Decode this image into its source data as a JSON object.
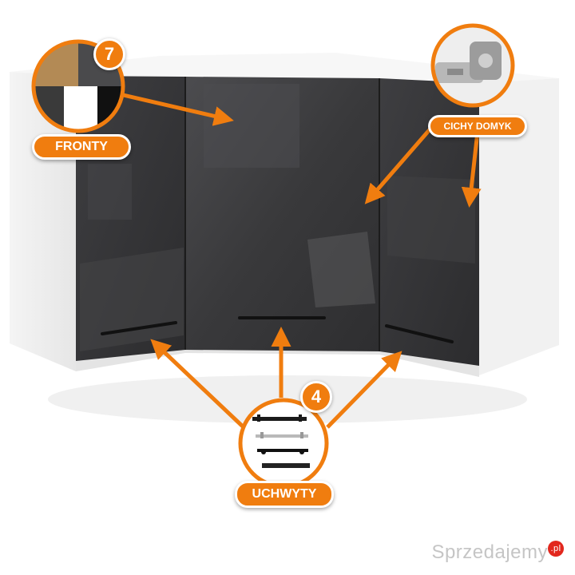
{
  "labels": {
    "fronts": "FRONTY",
    "fronts_count": "7",
    "hinge": "CICHY DOMYK",
    "handles": "UCHWYTY",
    "handles_count": "4"
  },
  "watermark": {
    "text": "Sprzedajemy",
    "suffix": ".pl"
  },
  "colors": {
    "accent": "#f07d0f",
    "front_gloss": "#3a3a3c",
    "carcass": "#ffffff",
    "swatches": [
      "#b38a55",
      "#4a4a4c",
      "#2b2b2b",
      "#ffffff",
      "#111111"
    ]
  },
  "icons": {
    "handle_styles": [
      "black-bar-handle",
      "silver-bar-handle",
      "black-slim-handle",
      "black-edge-handle"
    ]
  }
}
